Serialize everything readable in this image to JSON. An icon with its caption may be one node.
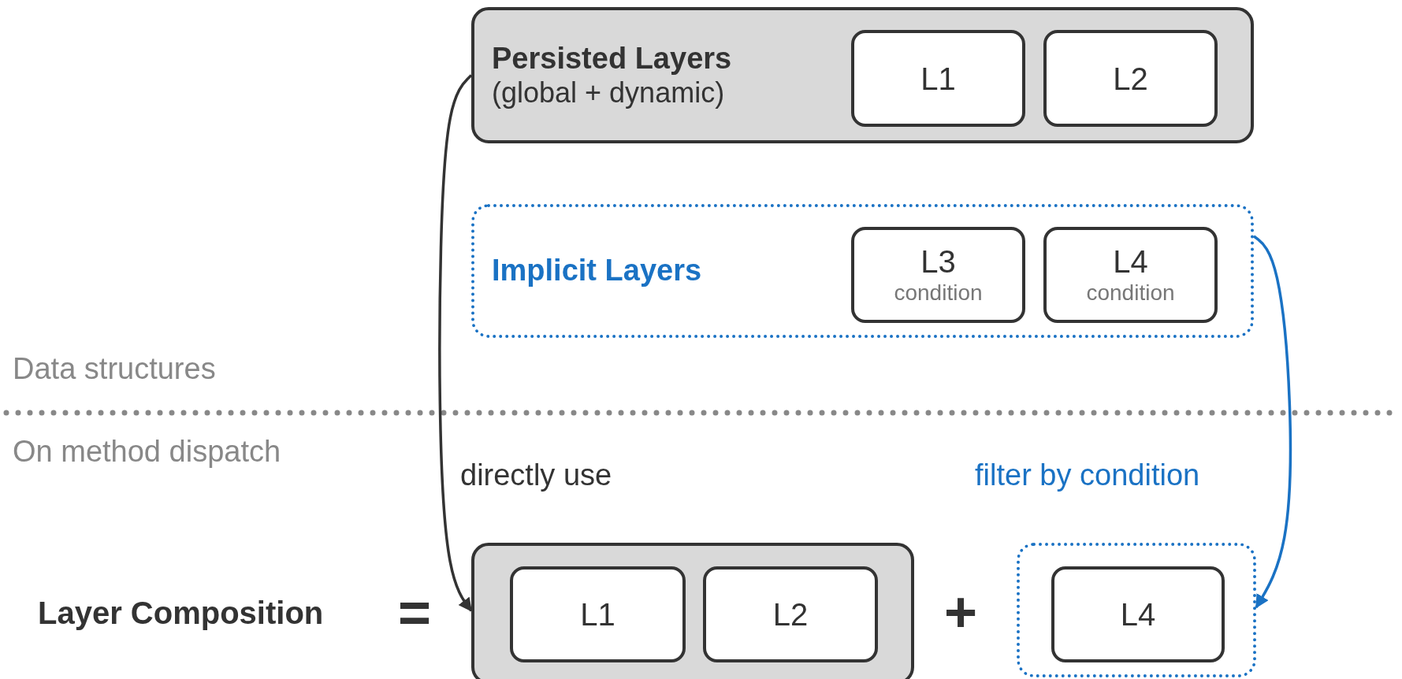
{
  "diagram": {
    "nodes": [
      {
        "text": [
          "Persisted Layers",
          "(global + dynamic)"
        ]
      },
      {
        "text": [
          "L1"
        ],
        "in": 0
      },
      {
        "text": [
          "L2"
        ],
        "in": 0
      },
      {
        "text": [
          "Implicit Layers"
        ]
      },
      {
        "text": [
          "L3",
          "condition"
        ],
        "in": 3
      },
      {
        "text": [
          "L4",
          "condition"
        ],
        "in": 3
      },
      {
        "text": [],
        "shape": "box"
      },
      {
        "text": [
          "L1"
        ],
        "in": 6
      },
      {
        "text": [
          "L2"
        ],
        "in": 6
      },
      {
        "text": [],
        "shape": "box"
      },
      {
        "text": [
          "L4"
        ],
        "in": 9
      }
    ],
    "edges": [
      {
        "from": 0,
        "to": 6,
        "arrow": "to",
        "label": "directly use"
      },
      {
        "from": 3,
        "to": 9,
        "arrow": "to",
        "label": "filter by condition",
        "color": "#1a72c4"
      }
    ],
    "labels": [
      "Data structures",
      "On method dispatch",
      "Layer Composition",
      "=",
      "+"
    ]
  }
}
